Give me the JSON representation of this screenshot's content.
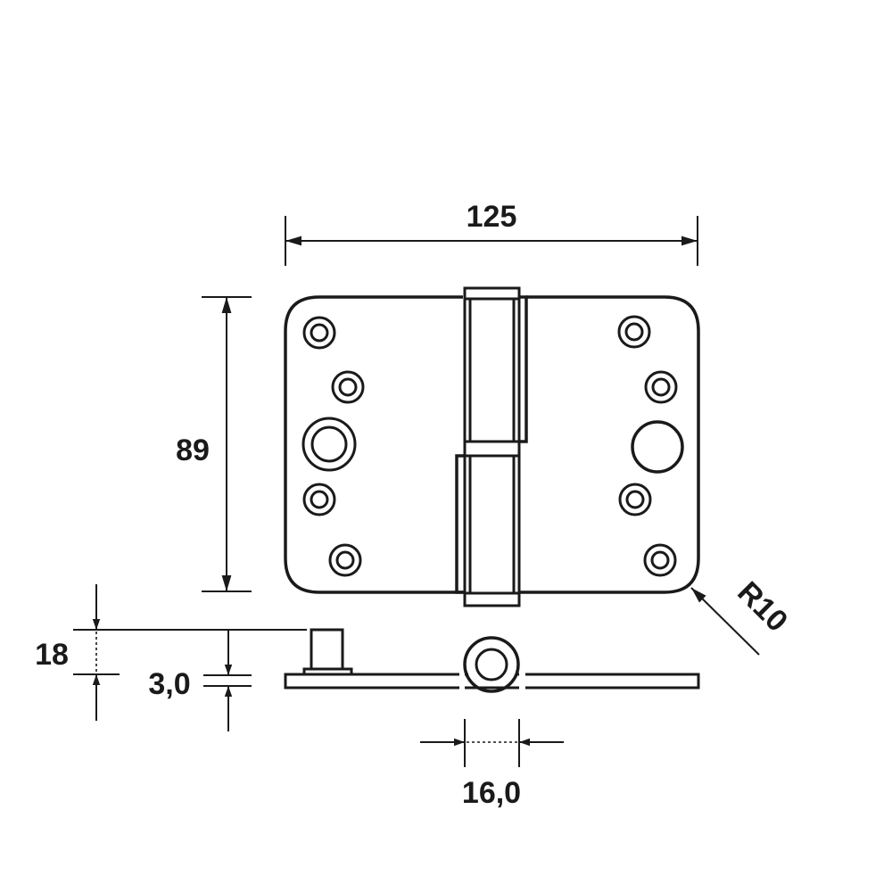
{
  "drawing": {
    "type": "technical-drawing",
    "subject": "hinge",
    "line_color": "#1a1a1a",
    "background": "#ffffff",
    "dimensions": {
      "width": "125",
      "height": "89",
      "radius": "R10",
      "knuckle_height": "18",
      "thickness": "3,0",
      "knuckle_diameter": "16,0"
    }
  }
}
